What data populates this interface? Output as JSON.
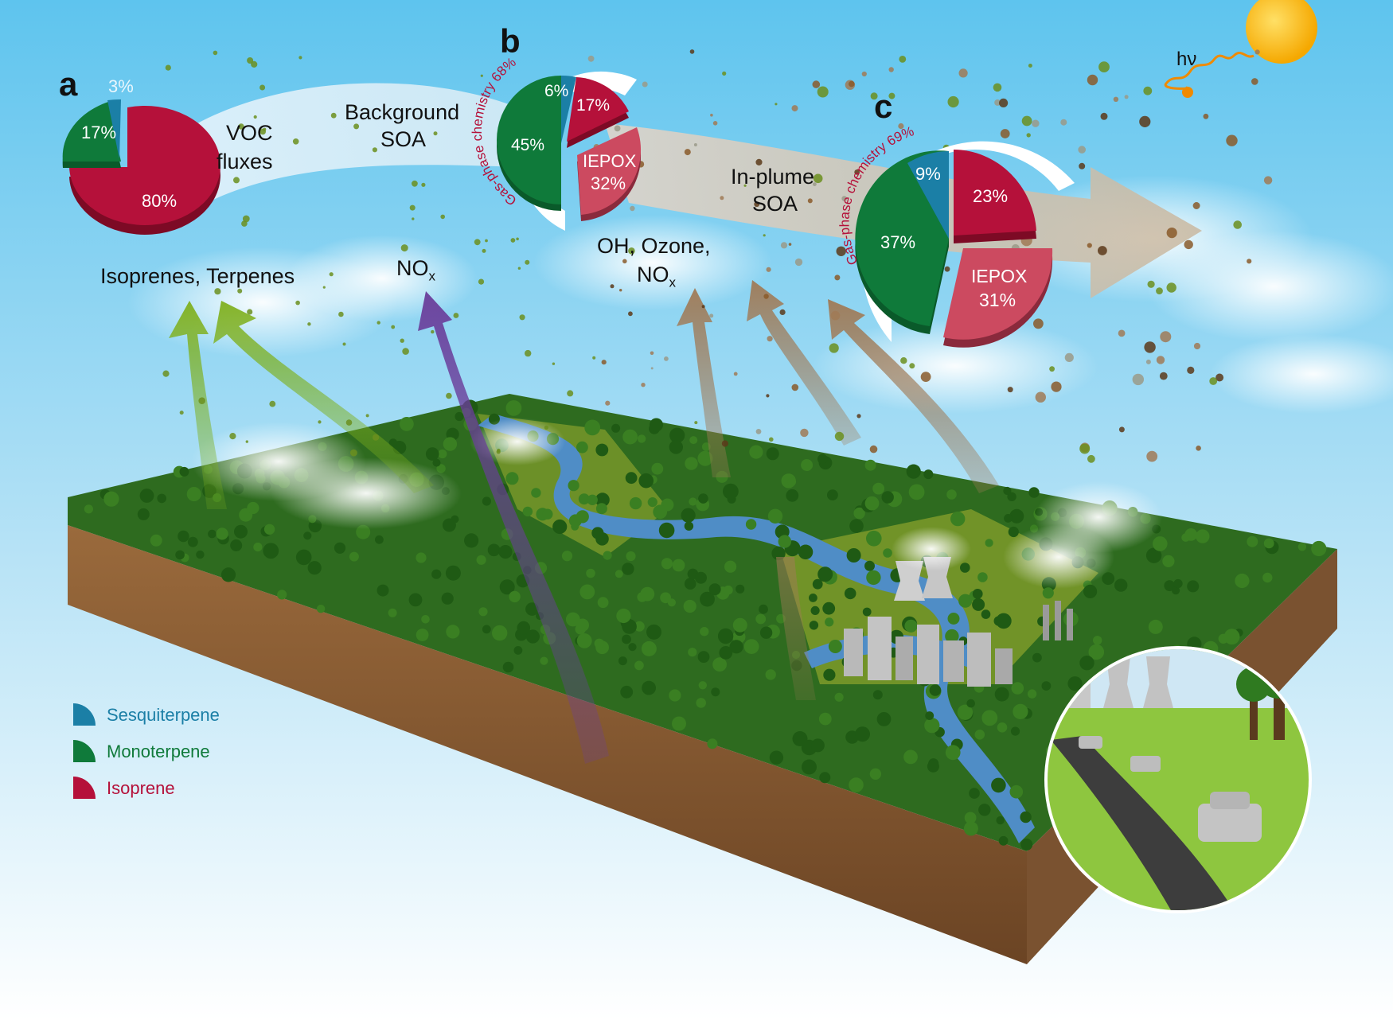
{
  "panels": {
    "a": "a",
    "b": "b",
    "c": "c"
  },
  "labels": {
    "voc_fluxes_1": "VOC",
    "voc_fluxes_2": "fluxes",
    "background_soa_1": "Background",
    "background_soa_2": "SOA",
    "in_plume_soa_1": "In-plume",
    "in_plume_soa_2": "SOA",
    "isoprenes_terpenes": "Isoprenes, Terpenes",
    "nox_left_main": "NO",
    "nox_left_sub": "x",
    "oh_ozone": "OH, Ozone,",
    "nox_right_main": "NO",
    "nox_right_sub": "x",
    "hv": "hν"
  },
  "pie_a": {
    "sesquiterpene": "3%",
    "monoterpene": "17%",
    "isoprene": "80%"
  },
  "pie_b": {
    "arc_label": "Gas-phase chemistry 68%",
    "sesquiterpene": "6%",
    "monoterpene": "45%",
    "isoprene": "17%",
    "iepox_name": "IEPOX",
    "iepox_value": "32%"
  },
  "pie_c": {
    "arc_label": "Gas-phase chemistry 69%",
    "sesquiterpene": "9%",
    "monoterpene": "37%",
    "isoprene": "23%",
    "iepox_name": "IEPOX",
    "iepox_value": "31%"
  },
  "legend": [
    {
      "label": "Sesquiterpene",
      "color": "#1b7fa6"
    },
    {
      "label": "Monoterpene",
      "color": "#0f7a3a"
    },
    {
      "label": "Isoprene",
      "color": "#b5113a"
    }
  ],
  "colors": {
    "isoprene": "#b5113a",
    "iepox": "#cc4a60",
    "monoterpene": "#0f7a3a",
    "sesquiterpene": "#1b7fa6",
    "green_arrow": "#7fb01e",
    "purple_arrow": "#6a3d9a",
    "brown_arrow": "#a07a56",
    "sun": "#f7b500"
  },
  "icons": [
    "sun-icon",
    "forest-landscape",
    "power-plant",
    "cooling-towers",
    "road-inset",
    "car-icon"
  ]
}
